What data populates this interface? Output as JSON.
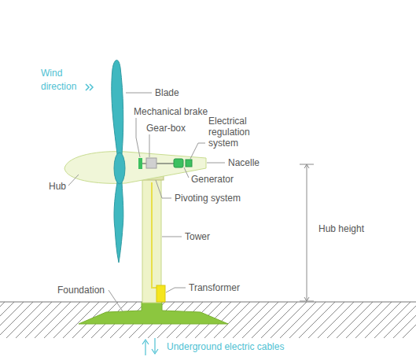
{
  "diagram": {
    "labels": [
      "Wind direction",
      "Blade",
      "Mechanical brake",
      "Gear-box",
      "Electrical regulation system",
      "Nacelle",
      "Generator",
      "Hub",
      "Pivoting system",
      "Hub height",
      "Tower",
      "Foundation",
      "Transformer",
      "Underground electric cables"
    ]
  }
}
